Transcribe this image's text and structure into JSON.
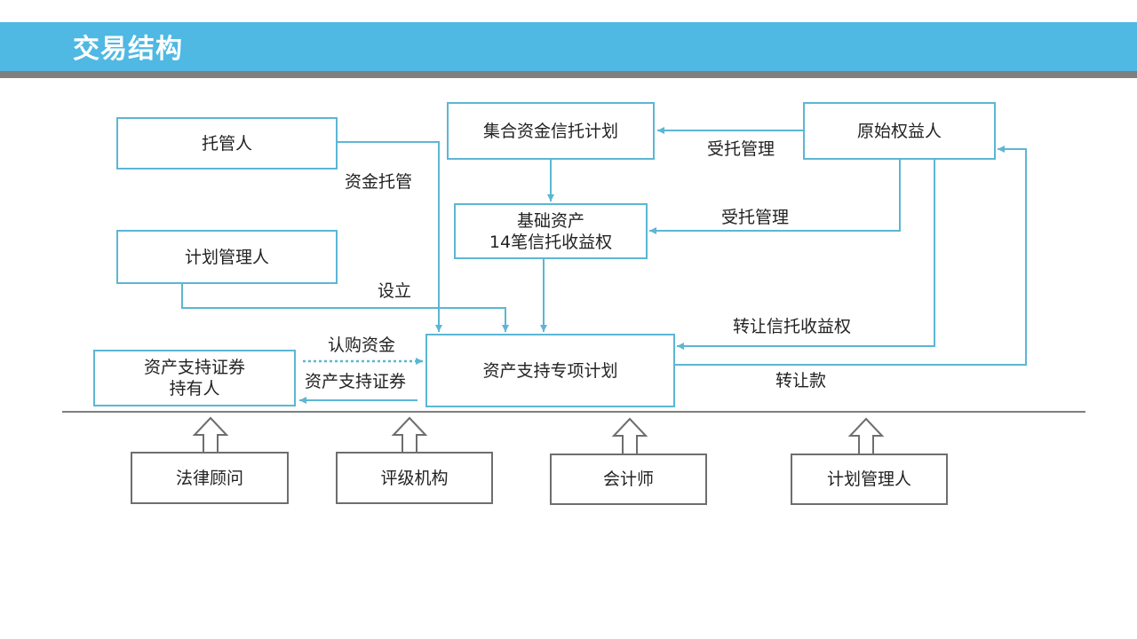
{
  "title": "交易结构",
  "boxes": {
    "custodian": "托管人",
    "collective_trust": "集合资金信托计划",
    "original_owner": "原始权益人",
    "underlying_line1": "基础资产",
    "underlying_line2": "14笔信托收益权",
    "plan_manager_top": "计划管理人",
    "special_plan": "资产支持专项计划",
    "holders_line1": "资产支持证券",
    "holders_line2": "持有人",
    "legal": "法律顾问",
    "rating": "评级机构",
    "accountant": "会计师",
    "plan_manager_bottom": "计划管理人"
  },
  "labels": {
    "fund_custody": "资金托管",
    "entrusted_mgmt_1": "受托管理",
    "entrusted_mgmt_2": "受托管理",
    "establish": "设立",
    "transfer_trust_rights": "转让信托收益权",
    "subscription_funds": "认购资金",
    "abs": "资产支持证券",
    "transfer_payment": "转让款"
  },
  "colors": {
    "accent": "#5cb6d4",
    "header": "#4fb8e3",
    "divider": "#7f7f7f"
  }
}
